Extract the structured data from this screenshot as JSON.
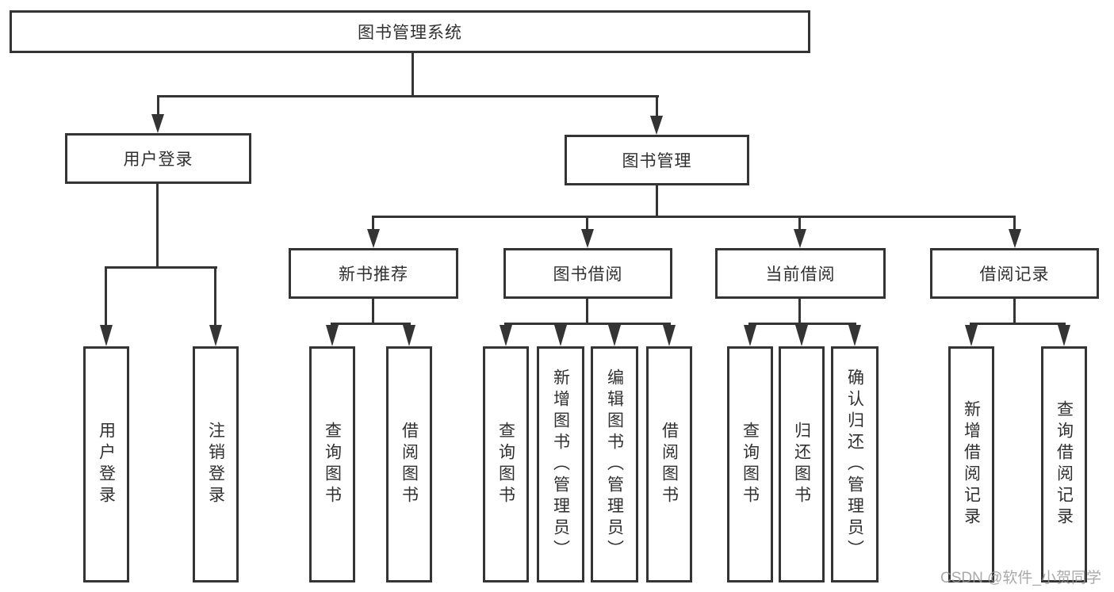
{
  "diagram": {
    "title": "图书管理系统",
    "root": {
      "label": "图书管理系统"
    },
    "level2": [
      {
        "id": "user-login",
        "label": "用户登录"
      },
      {
        "id": "book-management",
        "label": "图书管理"
      }
    ],
    "level3": [
      {
        "id": "new-book-recommend",
        "label": "新书推荐"
      },
      {
        "id": "book-borrowing",
        "label": "图书借阅"
      },
      {
        "id": "current-borrowing",
        "label": "当前借阅"
      },
      {
        "id": "borrowing-records",
        "label": "借阅记录"
      }
    ],
    "level4": [
      {
        "id": "user-login-leaf",
        "label": "用户登录",
        "parent": "用户登录"
      },
      {
        "id": "logout",
        "label": "注销登录",
        "parent": "用户登录"
      },
      {
        "id": "query-books-recommend",
        "label": "查询图书",
        "parent": "新书推荐"
      },
      {
        "id": "borrow-books-recommend",
        "label": "借阅图书",
        "parent": "新书推荐"
      },
      {
        "id": "query-books-borrowing",
        "label": "查询图书",
        "parent": "图书借阅"
      },
      {
        "id": "add-book-admin",
        "label": "新增图书（管理员）",
        "parent": "图书借阅"
      },
      {
        "id": "edit-book-admin",
        "label": "编辑图书（管理员）",
        "parent": "图书借阅"
      },
      {
        "id": "borrow-books-borrowing",
        "label": "借阅图书",
        "parent": "图书借阅"
      },
      {
        "id": "query-books-current",
        "label": "查询图书",
        "parent": "当前借阅"
      },
      {
        "id": "return-books",
        "label": "归还图书",
        "parent": "当前借阅"
      },
      {
        "id": "confirm-return-admin",
        "label": "确认归还（管理员）",
        "parent": "当前借阅"
      },
      {
        "id": "add-borrow-record",
        "label": "新增借阅记录",
        "parent": "借阅记录"
      },
      {
        "id": "query-borrow-record",
        "label": "查询借阅记录",
        "parent": "借阅记录"
      }
    ]
  },
  "watermark": {
    "text": "CSDN @软件_小贺同学"
  },
  "colors": {
    "line": "#343434",
    "box_fill": "#ffffff",
    "text": "#303030",
    "watermark": "#969696",
    "background": "#ffffff"
  }
}
